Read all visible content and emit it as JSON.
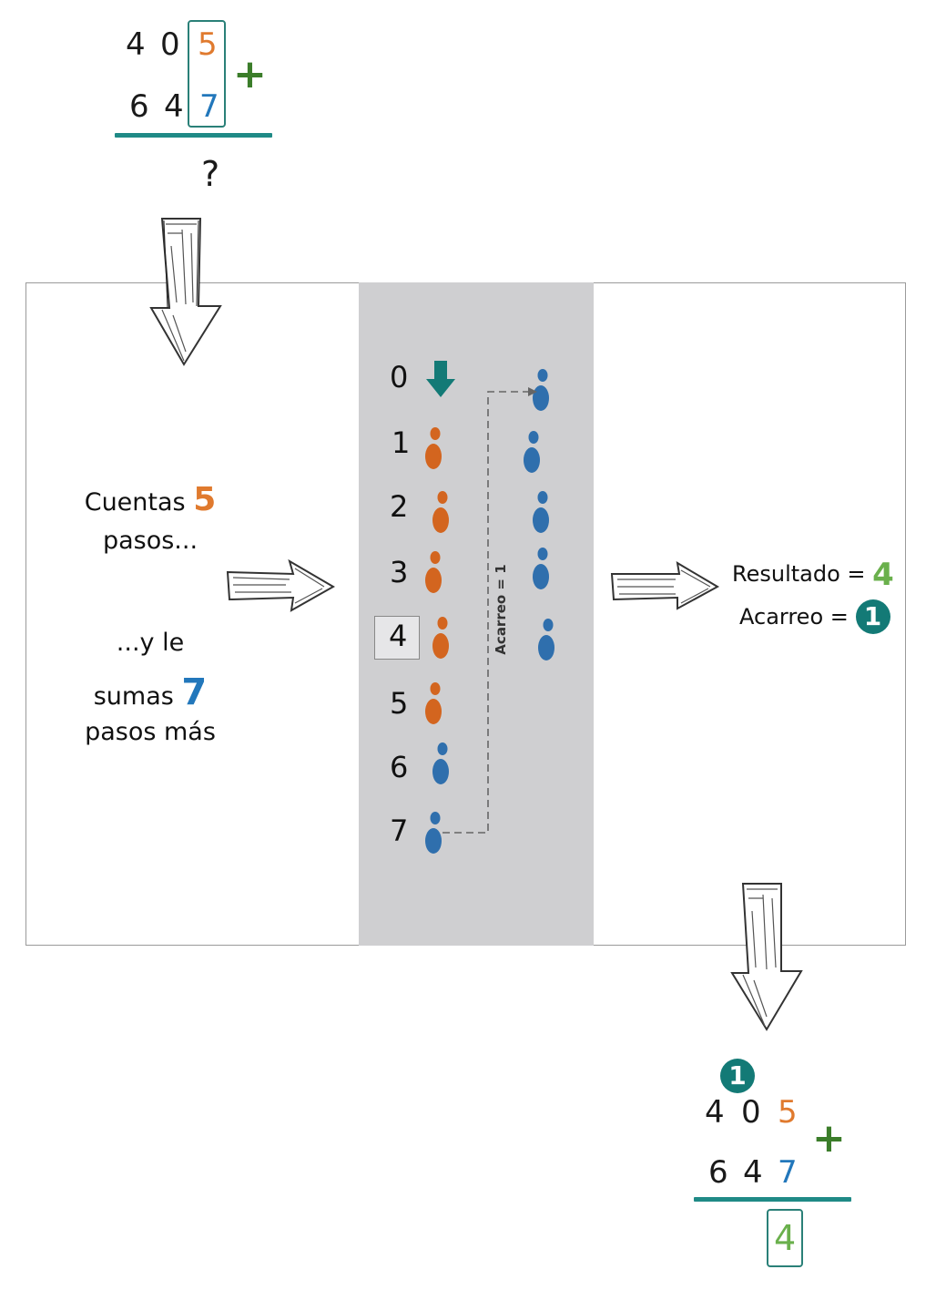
{
  "top_sum": {
    "row1": [
      "4",
      "0",
      "5"
    ],
    "row2": [
      "6",
      "4",
      "7"
    ],
    "plus": "+",
    "unknown": "?"
  },
  "left_text": {
    "line1": "Cuentas",
    "num1": "5",
    "line2": "pasos...",
    "line3": "...y le",
    "line4": "sumas",
    "num2": "7",
    "line5": "pasos más"
  },
  "steps": [
    "0",
    "1",
    "2",
    "3",
    "4",
    "5",
    "6",
    "7"
  ],
  "carry_label": "Acarreo = 1",
  "result": {
    "label": "Resultado =",
    "value": "4",
    "carry_label": "Acarreo =",
    "carry_value": "1"
  },
  "bottom_sum": {
    "carry": "1",
    "row1": [
      "4",
      "0",
      "5"
    ],
    "row2": [
      "6",
      "4",
      "7"
    ],
    "plus": "+",
    "answer": "4"
  },
  "colors": {
    "orange": "#e07a2e",
    "blue": "#2277bb",
    "green": "#6ab04c",
    "teal": "#137a76",
    "grey_strip": "#cfcfd1"
  },
  "icons": [
    "teal-down-arrow-icon",
    "orange-footprint-icon",
    "blue-footprint-icon",
    "sketch-arrow-icon"
  ]
}
